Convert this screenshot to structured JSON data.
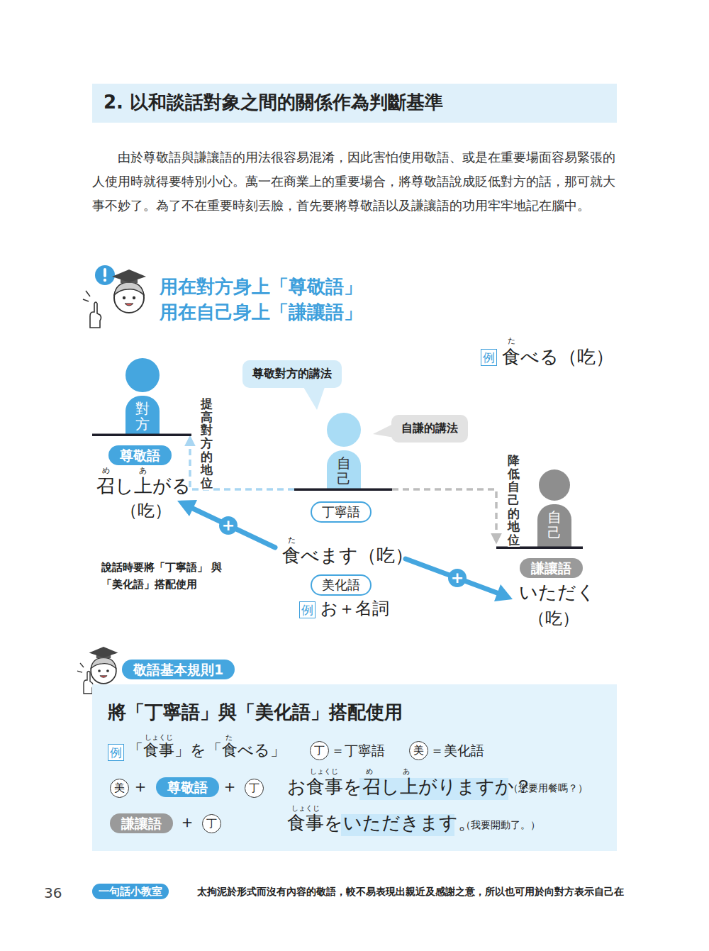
{
  "diagram": {
    "title": "2. 以和談話對象之間的關係作為判斷基準",
    "nodes": [
      {
        "text": [
          "例"
        ]
      },
      {
        "text": [
          "對方"
        ]
      },
      {
        "text": [
          "尊敬對方的講法"
        ]
      },
      {
        "text": [
          "尊敬語"
        ]
      },
      {
        "text": [
          "自己"
        ]
      },
      {
        "text": [
          "自謙的講法"
        ]
      },
      {
        "text": [
          "丁寧語"
        ]
      },
      {
        "text": [
          "自己"
        ]
      },
      {
        "text": [
          "+"
        ]
      },
      {
        "text": [
          "+"
        ]
      },
      {
        "text": [
          "謙讓語"
        ]
      },
      {
        "text": [
          "美化語"
        ]
      },
      {
        "text": [
          "例"
        ]
      },
      {
        "text": [
          "敬語基本規則1"
        ]
      },
      {
        "text": [
          "將「丁寧語」與「美化語」搭配使用"
        ]
      },
      {
        "text": [
          "例"
        ],
        "in": 14
      },
      {
        "text": [
          "丁"
        ],
        "in": 14
      },
      {
        "text": [
          "美"
        ],
        "in": 14
      },
      {
        "text": [
          "美"
        ],
        "in": 14
      },
      {
        "text": [
          "尊敬語"
        ],
        "in": 14
      },
      {
        "text": [
          "丁"
        ],
        "in": 14
      },
      {
        "text": [
          "謙讓語"
        ],
        "in": 14
      },
      {
        "text": [
          "丁"
        ],
        "in": 14
      },
      {
        "text": [
          "一句話小教室"
        ]
      }
    ],
    "edges": [
      {
        "from": 4,
        "to": 1,
        "arrow": "to",
        "label": "提高對方的地位"
      },
      {
        "from": 4,
        "to": 7,
        "arrow": "to",
        "label": "降低自己的地位"
      }
    ],
    "labels": [
      "由於尊敬語與謙讓語的用法很容易混淆，因此害怕使用敬語、或是在重要場面容易緊張的人使用時就得要特別小心。萬一在商業上的重要場合，將尊敬語說成貶低對方的話，那可就大事不妙了。為了不在重要時刻丟臉，首先要將尊敬語以及謙讓語的功用牢牢地記在腦中。",
      "用在對方身上「尊敬語」 用在自己身上「謙讓語」",
      "た",
      "食べる（吃）",
      "め",
      "あ",
      "召し上がる",
      "（吃）",
      "た",
      "食べます（吃）",
      "說話時要將「丁寧語」 與「美化語」搭配使用",
      "いただく",
      "（吃）",
      "お＋名詞",
      "しょくじ",
      "た",
      "「食事」を「食べる」",
      "＝丁寧語",
      "＝美化語",
      "＋",
      "＋",
      "しょくじ",
      "め",
      "あ",
      "お食事を召し上がりますか？",
      "（您要用餐嗎？）",
      "＋",
      "しょくじ",
      "食事をいただきます。",
      "（我要開動了。）",
      "36",
      "太拘泥於形式而沒有內容的敬語，較不易表現出親近及感謝之意，所以也可用於向對方表示自己在"
    ]
  }
}
